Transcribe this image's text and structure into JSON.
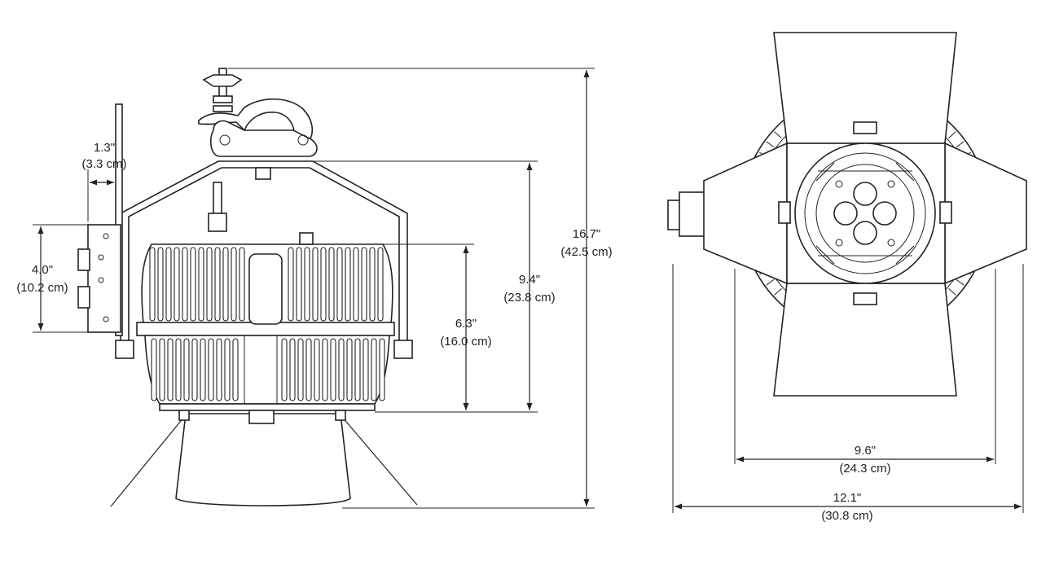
{
  "side_view": {
    "dimensions": [
      {
        "id": "bracket-offset",
        "inch": "1.3\"",
        "cm": "(3.3 cm)"
      },
      {
        "id": "bracket-height",
        "inch": "4.0\"",
        "cm": "(10.2 cm)"
      },
      {
        "id": "body-height",
        "inch": "6.3\"",
        "cm": "(16.0 cm)"
      },
      {
        "id": "yoke-height",
        "inch": "9.4\"",
        "cm": "(23.8 cm)"
      },
      {
        "id": "overall-height",
        "inch": "16.7\"",
        "cm": "(42.5 cm)"
      }
    ]
  },
  "front_view": {
    "dimensions": [
      {
        "id": "body-width",
        "inch": "9.6\"",
        "cm": "(24.3 cm)"
      },
      {
        "id": "overall-width",
        "inch": "12.1\"",
        "cm": "(30.8 cm)"
      }
    ]
  },
  "colors": {
    "line": "#222222",
    "background": "#ffffff"
  }
}
